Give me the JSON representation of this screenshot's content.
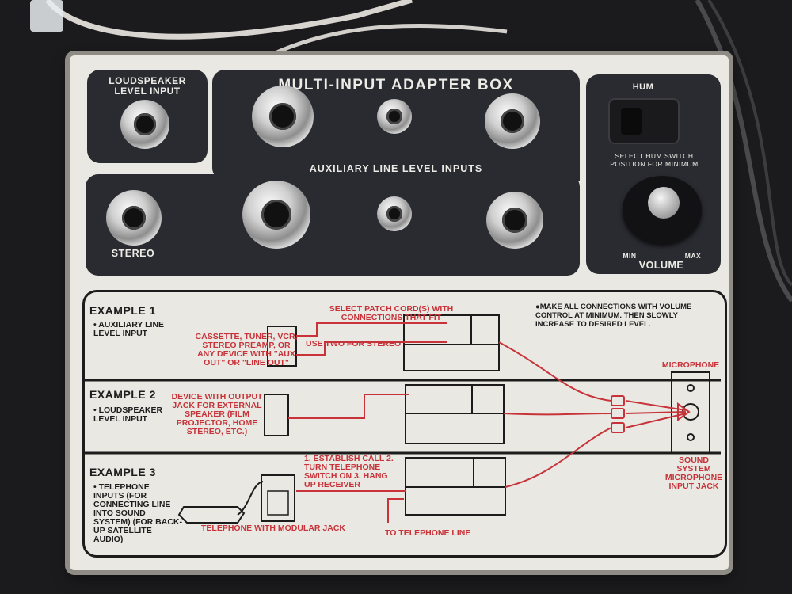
{
  "panel": {
    "title": "MULTI-INPUT ADAPTER BOX",
    "loudspeaker_label": "LOUDSPEAKER LEVEL INPUT",
    "aux_label": "AUXILIARY LINE LEVEL INPUTS",
    "stereo_label": "STEREO",
    "hum_label": "HUM",
    "hum_note": "SELECT HUM SWITCH POSITION FOR MINIMUM",
    "volume_label": "VOLUME",
    "volume_min": "MIN",
    "volume_max": "MAX"
  },
  "examples": {
    "ex1_title": "EXAMPLE 1",
    "ex1_desc": "• AUXILIARY LINE LEVEL INPUT",
    "ex1_note_top": "SELECT PATCH CORD(S) WITH CONNECTIONS THAT FIT",
    "ex1_device": "CASSETTE, TUNER, VCR, STEREO PREAMP, OR ANY DEVICE WITH \"AUX OUT\" OR \"LINE OUT\"",
    "ex1_stereo": "USE TWO FOR STEREO",
    "general_note": "●MAKE ALL CONNECTIONS WITH VOLUME CONTROL AT MINIMUM. THEN SLOWLY INCREASE TO DESIRED LEVEL.",
    "ex2_title": "EXAMPLE 2",
    "ex2_desc": "• LOUDSPEAKER LEVEL INPUT",
    "ex2_device": "DEVICE WITH OUTPUT JACK FOR EXTERNAL SPEAKER (FILM PROJECTOR, HOME STEREO, ETC.)",
    "microphone": "MICROPHONE",
    "mic_jack": "SOUND SYSTEM MICROPHONE INPUT JACK",
    "ex3_title": "EXAMPLE 3",
    "ex3_desc": "• TELEPHONE INPUTS (FOR CONNECTING LINE INTO SOUND SYSTEM) (FOR BACK-UP SATELLITE AUDIO)",
    "ex3_steps": "1. ESTABLISH CALL 2. TURN TELEPHONE SWITCH ON 3. HANG UP RECEIVER",
    "ex3_phone": "TELEPHONE WITH MODULAR JACK",
    "ex3_line": "TO TELEPHONE LINE"
  }
}
